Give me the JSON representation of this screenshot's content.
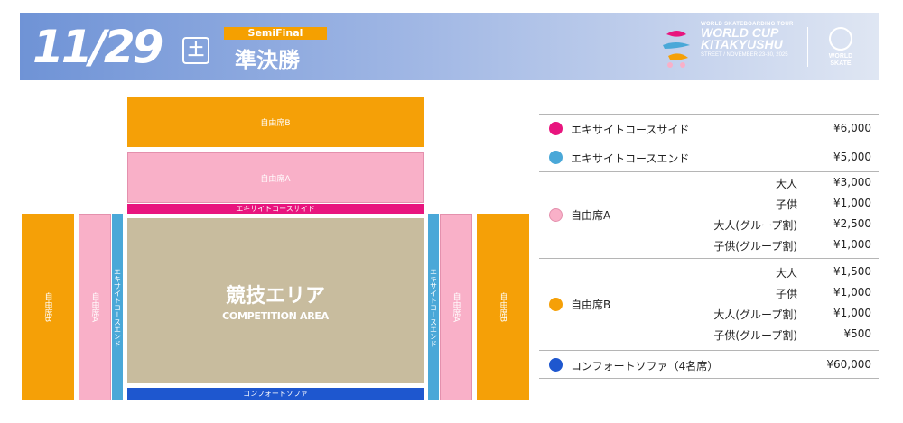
{
  "header": {
    "date": "11/29",
    "day_of_week": "土",
    "stage_badge": "SemiFinal",
    "stage_title": "準決勝",
    "logo": {
      "top_line": "WORLD SKATEBOARDING TOUR",
      "line1": "WORLD CUP",
      "line2": "KITAKYUSHU",
      "sub": "STREET / NOVEMBER 23-30, 2025",
      "org_line1": "WORLD",
      "org_line2": "SKATE"
    }
  },
  "map": {
    "top_b": "自由席B",
    "top_a": "自由席A",
    "top_exc": "エキサイトコースサイド",
    "left_b": "自由席B",
    "left_a": "自由席A",
    "left_exc": "エキサイトコースエンド",
    "right_exc": "エキサイトコースエンド",
    "right_a": "自由席A",
    "right_b": "自由席B",
    "arena_jp": "競技エリア",
    "arena_en": "COMPETITION AREA",
    "bottom_sofa": "コンフォートソファ"
  },
  "prices": {
    "row1": {
      "name": "エキサイトコースサイド",
      "price": "¥6,000",
      "color": "#e8157e"
    },
    "row2": {
      "name": "エキサイトコースエンド",
      "price": "¥5,000",
      "color": "#4aa8d8"
    },
    "row3": {
      "name": "自由席A",
      "color": "#f9b0c8",
      "tiers": [
        {
          "label": "大人",
          "price": "¥3,000"
        },
        {
          "label": "子供",
          "price": "¥1,000"
        },
        {
          "label": "大人(グループ割)",
          "price": "¥2,500"
        },
        {
          "label": "子供(グループ割)",
          "price": "¥1,000"
        }
      ]
    },
    "row4": {
      "name": "自由席B",
      "color": "#f5a007",
      "tiers": [
        {
          "label": "大人",
          "price": "¥1,500"
        },
        {
          "label": "子供",
          "price": "¥1,000"
        },
        {
          "label": "大人(グループ割)",
          "price": "¥1,000"
        },
        {
          "label": "子供(グループ割)",
          "price": "¥500"
        }
      ]
    },
    "row5": {
      "name": "コンフォートソファ（4名席）",
      "price": "¥60,000",
      "color": "#1e57cf"
    }
  }
}
